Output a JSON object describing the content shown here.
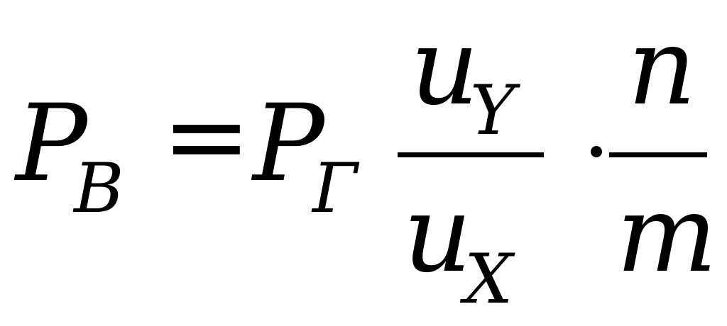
{
  "formula": {
    "lhs": {
      "symbol": "P",
      "subscript": "В"
    },
    "equals": "=",
    "rhs_coefficient": {
      "symbol": "P",
      "subscript": "Г"
    },
    "fraction_1": {
      "numerator": {
        "symbol": "u",
        "subscript": "Y"
      },
      "denominator": {
        "symbol": "u",
        "subscript": "X"
      }
    },
    "multiply": "·",
    "fraction_2": {
      "numerator": "n",
      "denominator": "m"
    }
  }
}
